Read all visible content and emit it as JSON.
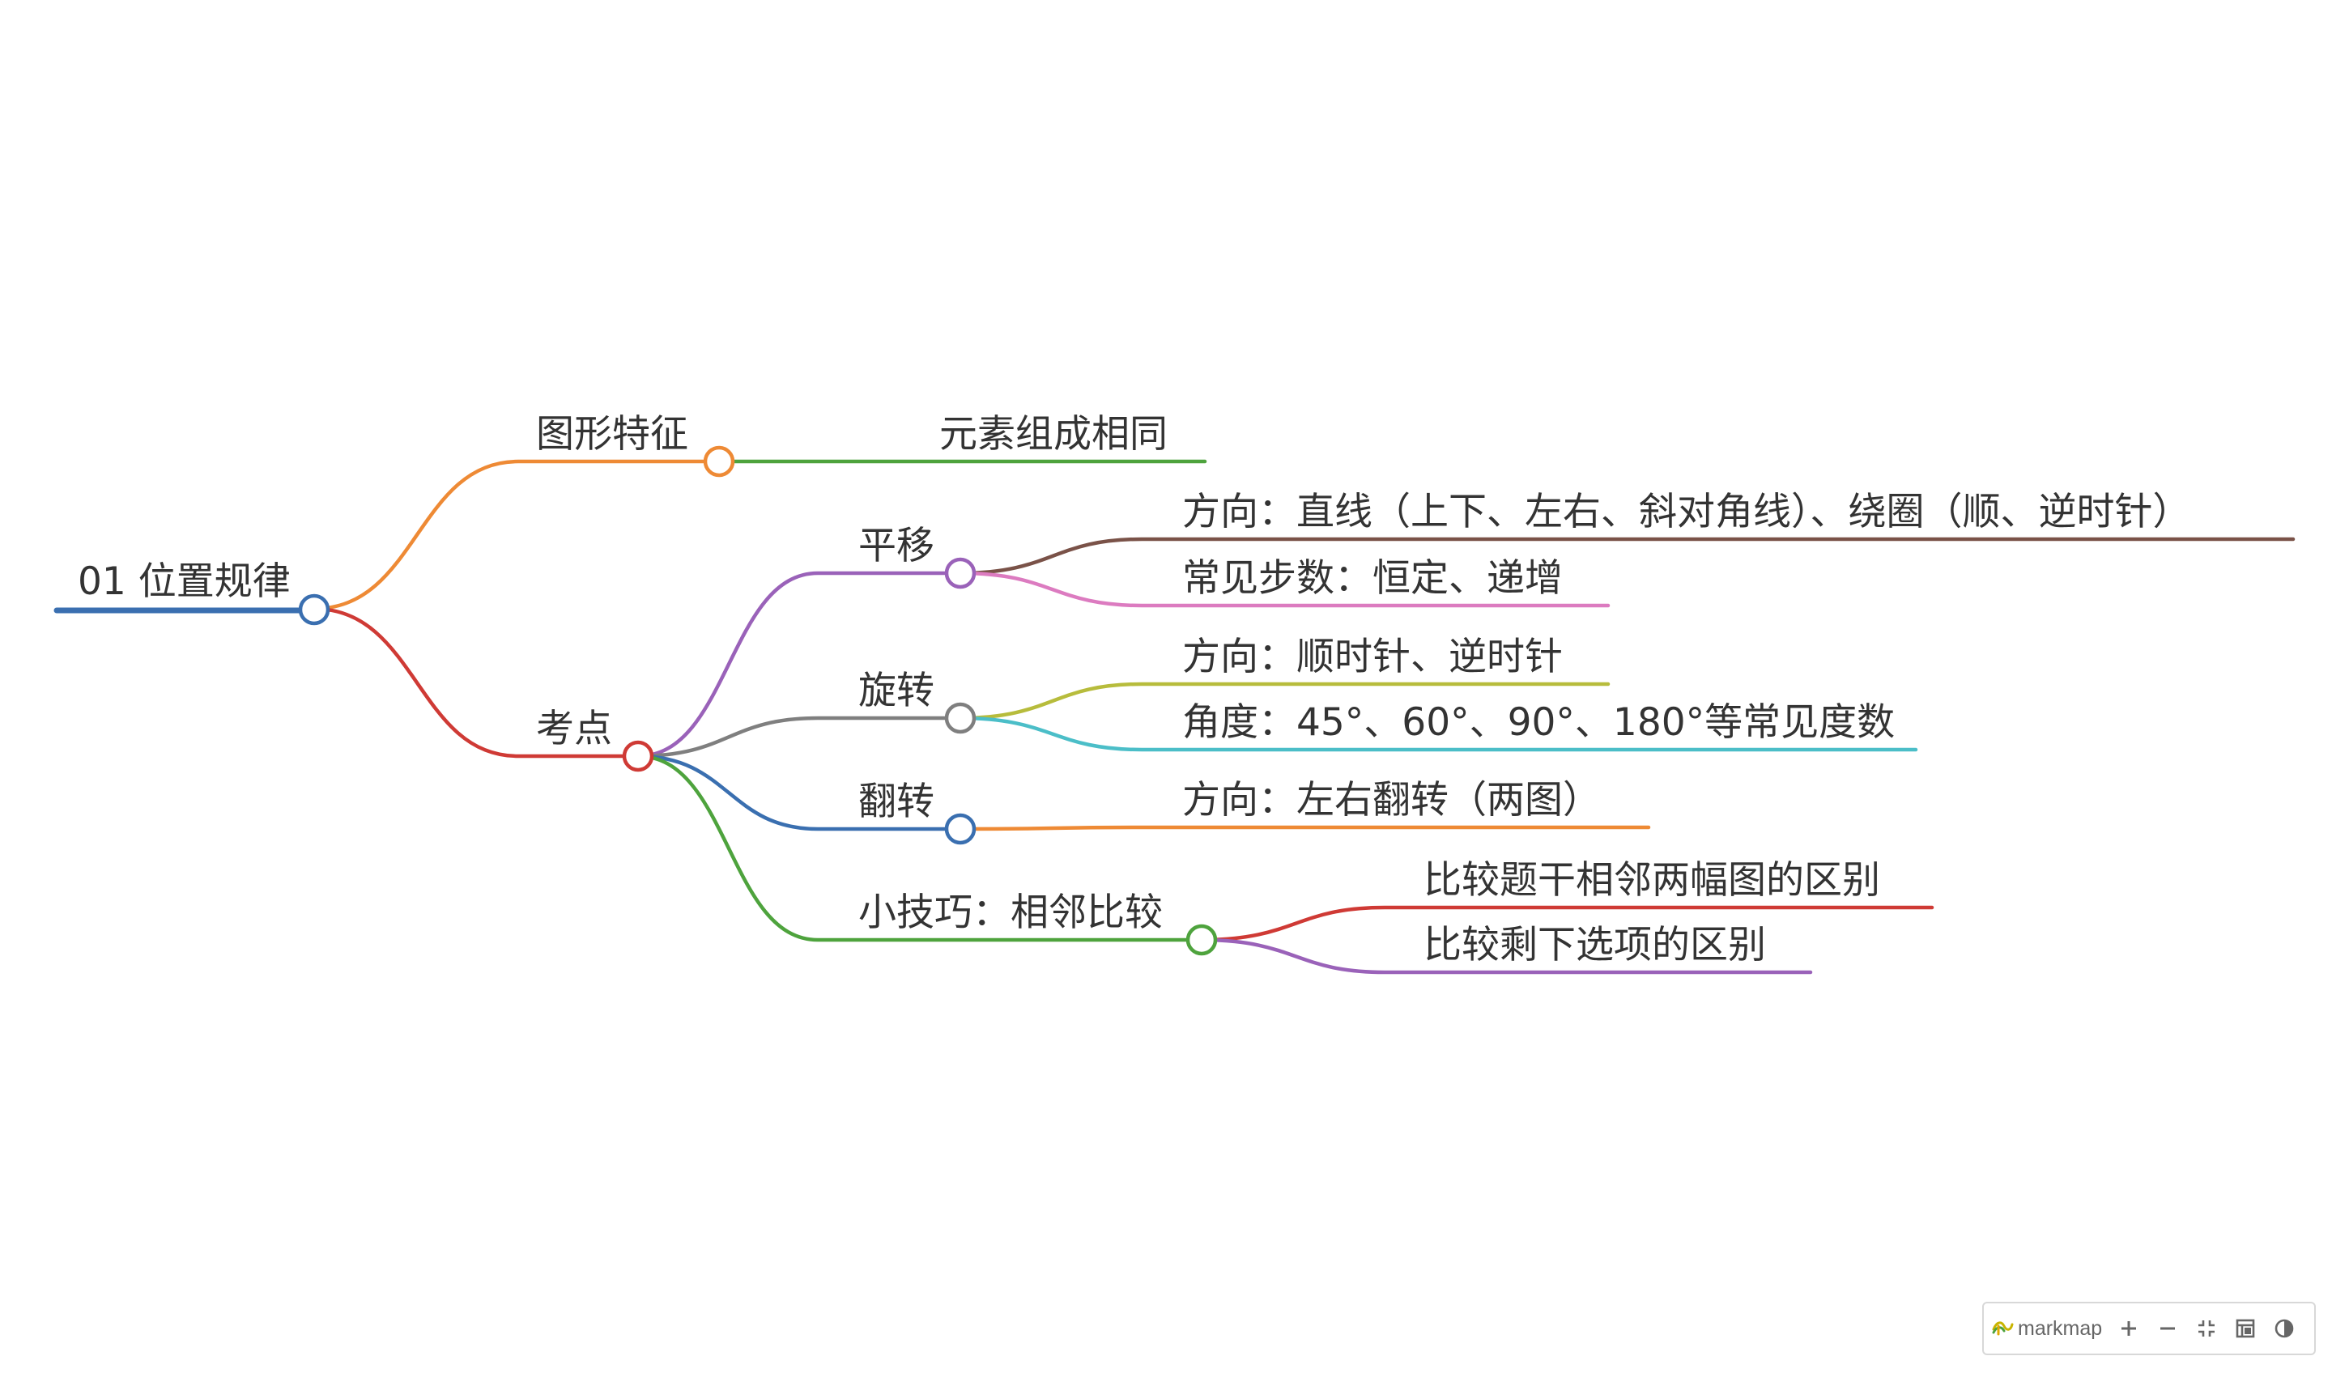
{
  "mindmap": {
    "root": {
      "label": "01 位置规律",
      "children": [
        {
          "label": "图形特征",
          "children": [
            {
              "label": "元素组成相同"
            }
          ]
        },
        {
          "label": "考点",
          "children": [
            {
              "label": "平移",
              "children": [
                {
                  "label": "方向：直线（上下、左右、斜对角线）、绕圈（顺、逆时针）"
                },
                {
                  "label": "常见步数：恒定、递增"
                }
              ]
            },
            {
              "label": "旋转",
              "children": [
                {
                  "label": "方向：顺时针、逆时针"
                },
                {
                  "label": "角度：45°、60°、90°、180°等常见度数"
                }
              ]
            },
            {
              "label": "翻转",
              "children": [
                {
                  "label": "方向：左右翻转（两图）"
                }
              ]
            },
            {
              "label": "小技巧：相邻比较",
              "children": [
                {
                  "label": "比较题干相邻两幅图的区别"
                },
                {
                  "label": "比较剩下选项的区别"
                }
              ]
            }
          ]
        }
      ]
    }
  },
  "colors": {
    "root": "#3a6fb0",
    "图形特征": "#ee8a35",
    "元素组成相同": "#4ea33d",
    "考点": "#cf3a35",
    "平移": "#9a62b9",
    "平移-方向": "#7a5248",
    "常见步数": "#dc7bc0",
    "旋转": "#7f7f7f",
    "旋转-方向": "#b7bc3c",
    "角度": "#4bbec8",
    "翻转": "#3a6fb0",
    "翻转-方向": "#ee8a35",
    "小技巧": "#4ea33d",
    "比较题干": "#cf3a35",
    "比较剩下": "#9a62b9"
  },
  "toolbar": {
    "brand": "markmap",
    "buttons": [
      "zoom-in-icon",
      "zoom-out-icon",
      "fit-window-icon",
      "toggle-recursive-icon",
      "dark-mode-icon"
    ]
  }
}
